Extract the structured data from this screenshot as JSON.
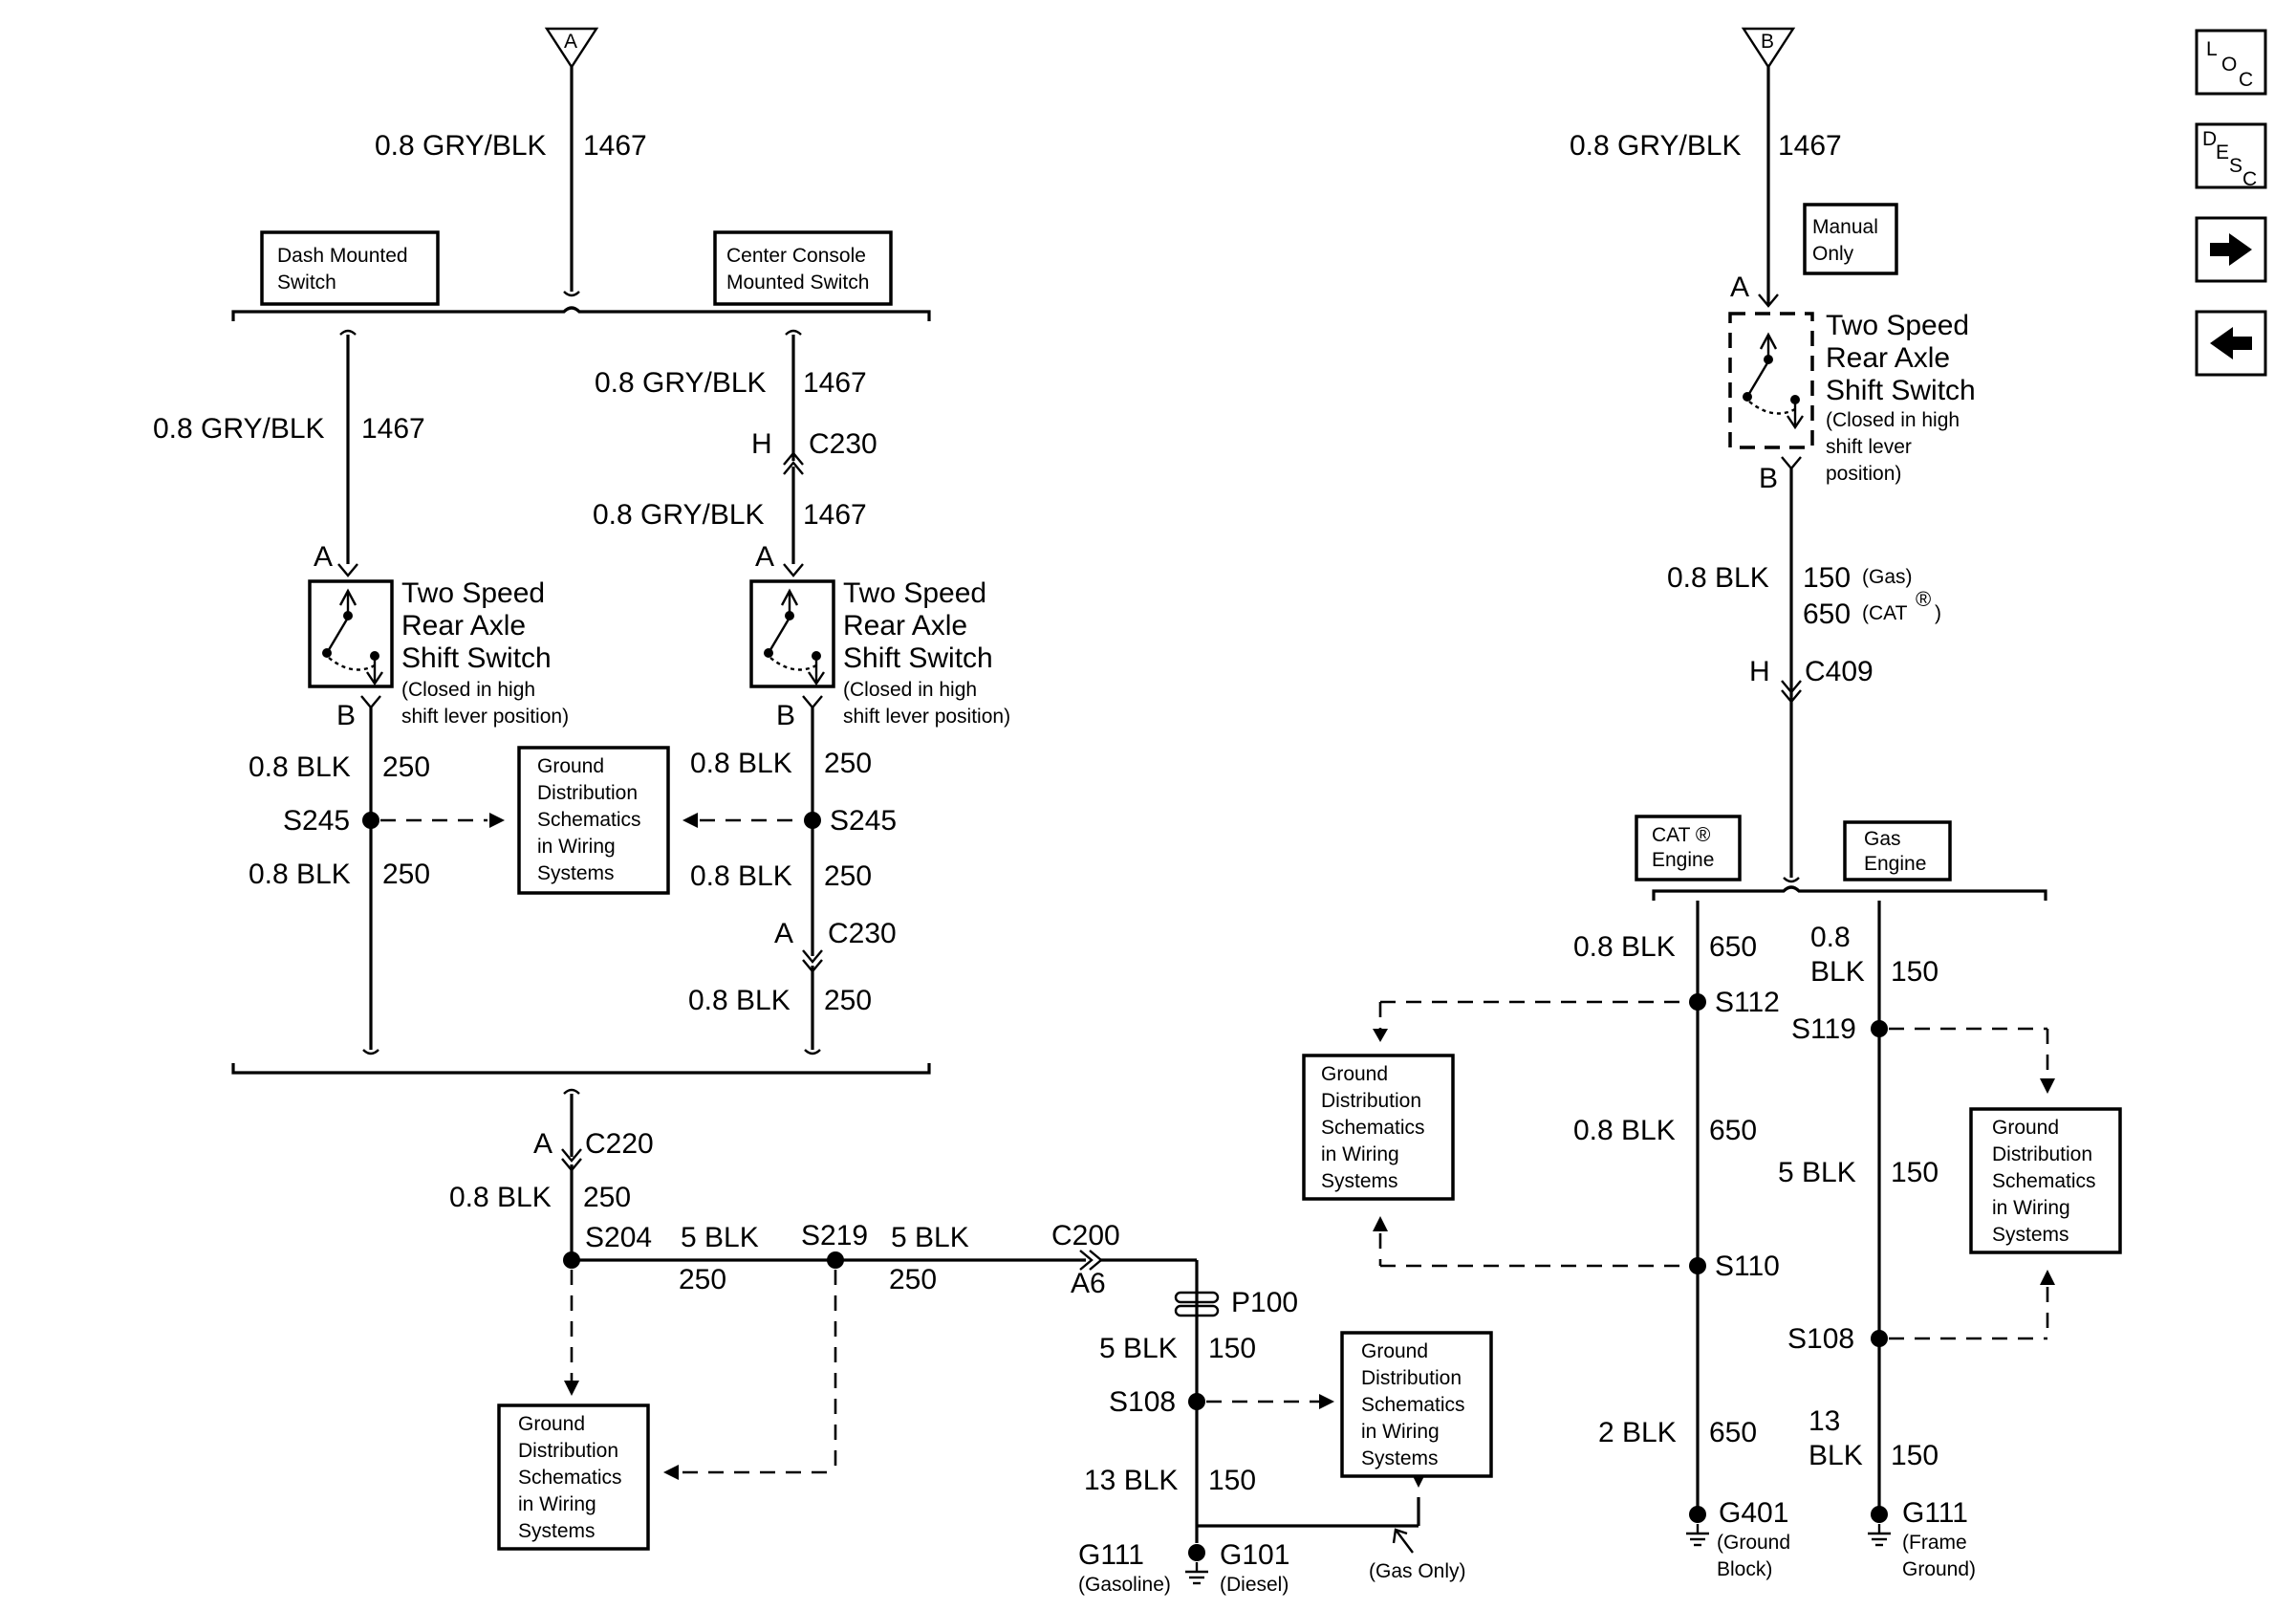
{
  "connectors": {
    "a": "A",
    "b": "B"
  },
  "left": {
    "feed_wire": "0.8 GRY/BLK",
    "feed_circuit": "1467",
    "dash_box": [
      "Dash Mounted",
      "Switch"
    ],
    "console_box": [
      "Center Console",
      "Mounted Switch"
    ],
    "dash_wire": "0.8 GRY/BLK",
    "dash_circuit": "1467",
    "console_wire_top": "0.8 GRY/BLK",
    "console_circuit_top": "1467",
    "c230_pin_h": "H",
    "c230": "C230",
    "console_wire_mid": "0.8 GRY/BLK",
    "console_circuit_mid": "1467",
    "pin_a": "A",
    "pin_b": "B",
    "switch_title": [
      "Two Speed",
      "Rear Axle",
      "Shift Switch"
    ],
    "switch_note": [
      "(Closed in high",
      "shift lever position)"
    ],
    "ground_box": [
      "Ground",
      "Distribution",
      "Schematics",
      "in Wiring",
      "Systems"
    ],
    "dash_blk_1": "0.8 BLK",
    "dash_c250_1": "250",
    "s245": "S245",
    "dash_blk_2": "0.8 BLK",
    "dash_c250_2": "250",
    "console_blk_1": "0.8 BLK",
    "console_c250_1": "250",
    "console_blk_2": "0.8 BLK",
    "console_c250_2": "250",
    "c230_pin_a": "A",
    "c230b": "C230",
    "console_blk_3": "0.8 BLK",
    "console_c250_3": "250"
  },
  "bottom": {
    "c220_pin": "A",
    "c220": "C220",
    "wire1": "0.8 BLK",
    "circuit1": "250",
    "s204": "S204",
    "wire2": "5 BLK",
    "circuit2": "250",
    "s219": "S219",
    "wire3": "5 BLK",
    "circuit3": "250",
    "c200": "C200",
    "a6": "A6",
    "p100": "P100",
    "wire4": "5 BLK",
    "circuit4": "150",
    "s108": "S108",
    "wire5": "13 BLK",
    "circuit5": "150",
    "g111": "G111",
    "g111_note": "(Gasoline)",
    "g101": "G101",
    "g101_note": "(Diesel)",
    "gas_only": "(Gas Only)",
    "ground_box": [
      "Ground",
      "Distribution",
      "Schematics",
      "in Wiring",
      "Systems"
    ]
  },
  "right": {
    "feed_wire": "0.8 GRY/BLK",
    "feed_circuit": "1467",
    "manual_box": [
      "Manual",
      "Only"
    ],
    "pin_a": "A",
    "pin_b": "B",
    "switch_title": [
      "Two Speed",
      "Rear Axle",
      "Shift Switch"
    ],
    "switch_note": [
      "(Closed in high",
      "shift lever",
      "position)"
    ],
    "blk_wire": "0.8 BLK",
    "circuit_gas": "150",
    "circuit_gas_note": "(Gas)",
    "circuit_cat": "650",
    "circuit_cat_note": "(CAT",
    "circuit_cat_mark": "®",
    "circuit_cat_close": ")",
    "c409_pin": "H",
    "c409": "C409",
    "cat_box": [
      "CAT ®",
      "Engine"
    ],
    "gas_box": [
      "Gas",
      "Engine"
    ],
    "cat_wire1": "0.8 BLK",
    "cat_circuit1": "650",
    "s112": "S112",
    "cat_wire2": "0.8 BLK",
    "cat_circuit2": "650",
    "s110": "S110",
    "cat_wire3": "2 BLK",
    "cat_circuit3": "650",
    "g401": "G401",
    "g401_note": [
      "(Ground",
      "Block)"
    ],
    "gas_wire1": [
      "0.8",
      "BLK"
    ],
    "gas_circuit1": "150",
    "s119": "S119",
    "gas_wire2": "5 BLK",
    "gas_circuit2": "150",
    "s108": "S108",
    "gas_wire3": [
      "13",
      "BLK"
    ],
    "gas_circuit3": "150",
    "g111": "G111",
    "g111_note": [
      "(Frame",
      "Ground)"
    ],
    "ground_box": [
      "Ground",
      "Distribution",
      "Schematics",
      "in Wiring",
      "Systems"
    ]
  },
  "nav": {
    "loc": [
      "L",
      "O",
      "C"
    ],
    "desc": [
      "D",
      "E",
      "S",
      "C"
    ],
    "forward_icon": "arrow-right-icon",
    "back_icon": "arrow-left-icon"
  }
}
